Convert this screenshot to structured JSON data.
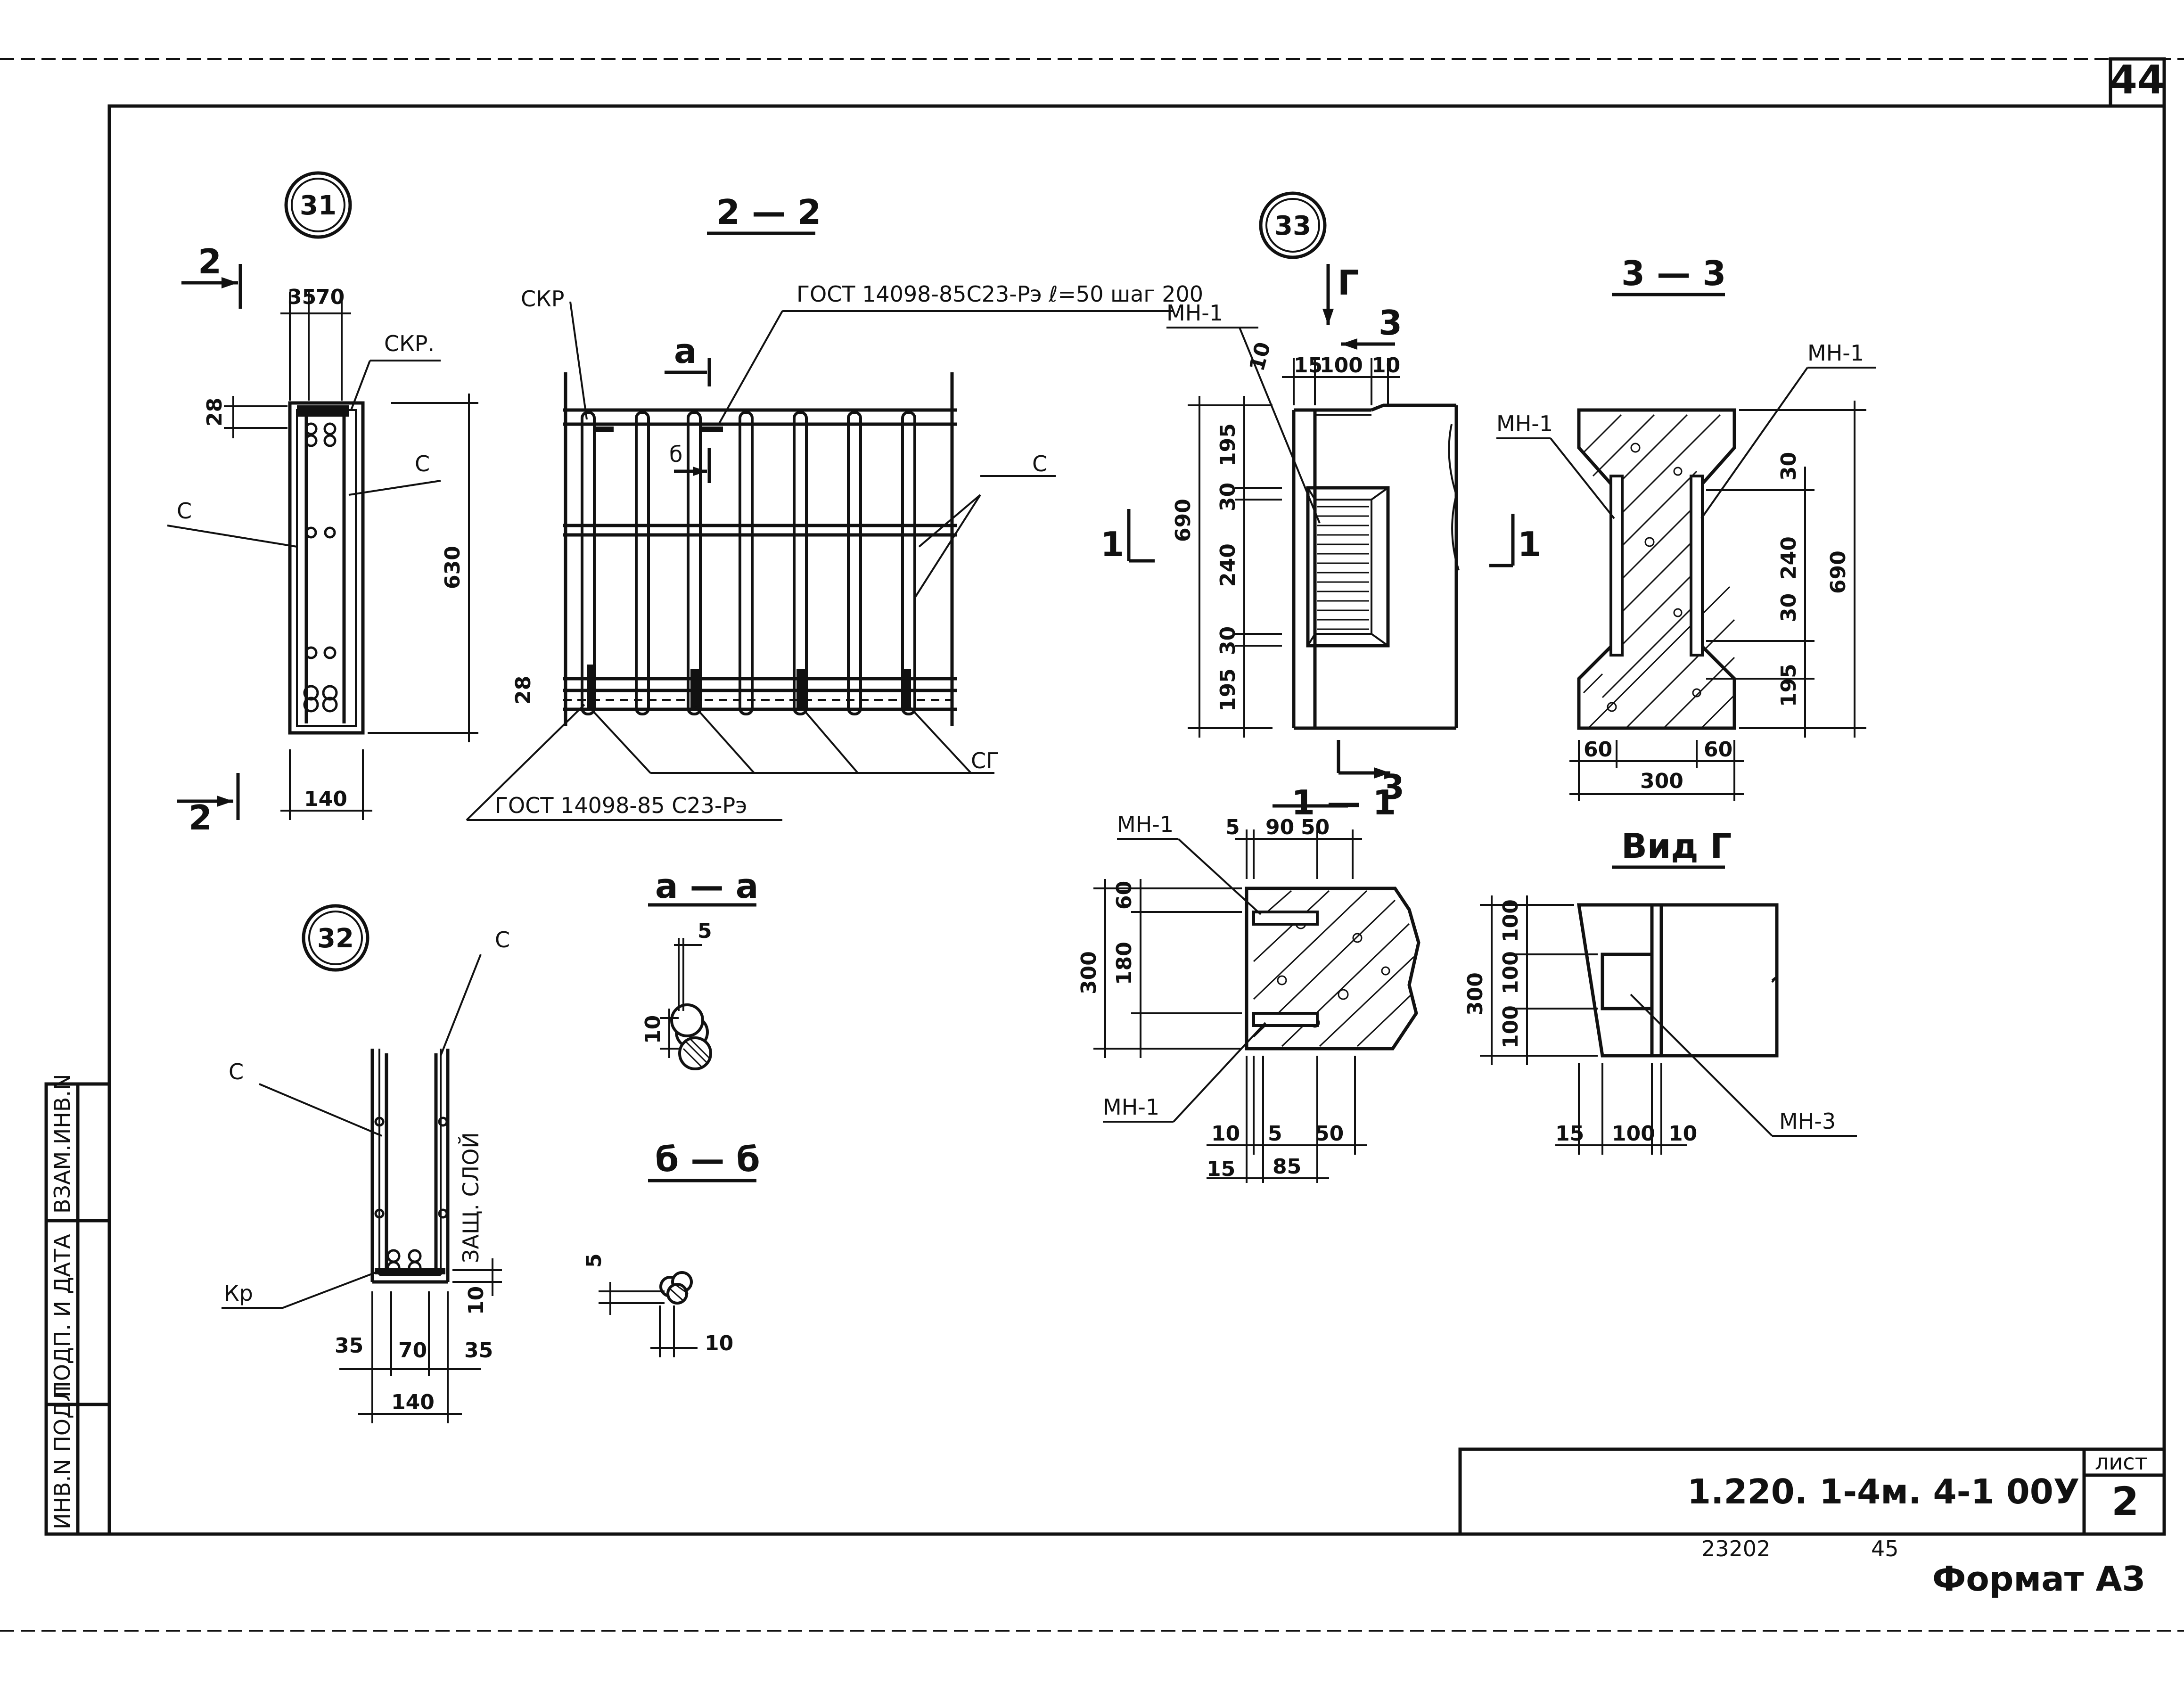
{
  "sheet": {
    "page_number": "44",
    "designation": "1.220. 1-4м. 4-1   00У",
    "sheet_label": "лист",
    "sheet_number": "2",
    "inventory_number": "23202",
    "handwritten_number": "45",
    "format_label": "Формат А3"
  },
  "side_stamp": {
    "inv_podl": "ИНВ.N ПОДЛ",
    "podp_data": "ПОДП. И ДАТА",
    "vzam_inv": "ВЗАМ.ИНВ.N"
  },
  "node31": {
    "marker": "31",
    "section_arrow_top": "2",
    "section_arrow_bottom": "2",
    "dim_35": "35",
    "dim_70": "70",
    "dim_28": "28",
    "dim_630": "630",
    "dim_140": "140",
    "label_skr": "СКР.",
    "label_c_left": "С",
    "label_c_right": "С"
  },
  "section22": {
    "title": "2 — 2",
    "label_skr": "СКР",
    "gost_top": "ГОСТ 14098-85С23-Рэ  ℓ=50 шаг 200",
    "gost_bottom": "ГОСТ 14098-85  С23-Рэ",
    "label_c": "С",
    "label_sg": "СГ",
    "mark_a": "а",
    "mark_b": "б",
    "dim_28": "28"
  },
  "node33": {
    "marker": "33",
    "view_arrow": "Г",
    "section_3_top": "3",
    "section_3_bottom": "3",
    "section_1_left": "1",
    "section_1_right": "1",
    "label_mn1": "МН-1",
    "dim_10": "10",
    "dim_15": "15",
    "dim_100": "100",
    "dim_10b": "10",
    "dim_195a": "195",
    "dim_30a": "30",
    "dim_240": "240",
    "dim_30b": "30",
    "dim_195b": "195",
    "dim_690": "690"
  },
  "section33": {
    "title": "3 — 3",
    "label_mn1_left": "МН-1",
    "label_mn1_right": "МН-1",
    "dim_30a": "30",
    "dim_240": "240",
    "dim_30b": "30",
    "dim_195": "195",
    "dim_690": "690",
    "dim_60a": "60",
    "dim_60b": "60",
    "dim_300": "300"
  },
  "section11": {
    "title": "1 — 1",
    "label_mn1_top": "МН-1",
    "label_mn1_bottom": "МН-1",
    "dim_5": "5",
    "dim_90": "90",
    "dim_50": "50",
    "dim_60": "60",
    "dim_180": "180",
    "dim_300": "300",
    "dim_10": "10",
    "dim_5b": "5",
    "dim_50b": "50",
    "dim_15": "15",
    "dim_85": "85"
  },
  "viewG": {
    "title": "Вид Г",
    "dim_100a": "100",
    "dim_100b": "100",
    "dim_100c": "100",
    "dim_300": "300",
    "dim_15": "15",
    "dim_100d": "100",
    "dim_10": "10",
    "label_mn3": "МН-3"
  },
  "node32": {
    "marker": "32",
    "label_c_top": "С",
    "label_c_left": "С",
    "label_kr": "Кр",
    "label_cover": "ЗАЩ. СЛОЙ",
    "dim_10": "10",
    "dim_35a": "35",
    "dim_70": "70",
    "dim_35b": "35",
    "dim_140": "140"
  },
  "sectionAA": {
    "title": "а — а",
    "dim_5": "5",
    "dim_10": "10"
  },
  "sectionBB": {
    "title": "б — б",
    "dim_5": "5",
    "dim_10": "10"
  }
}
